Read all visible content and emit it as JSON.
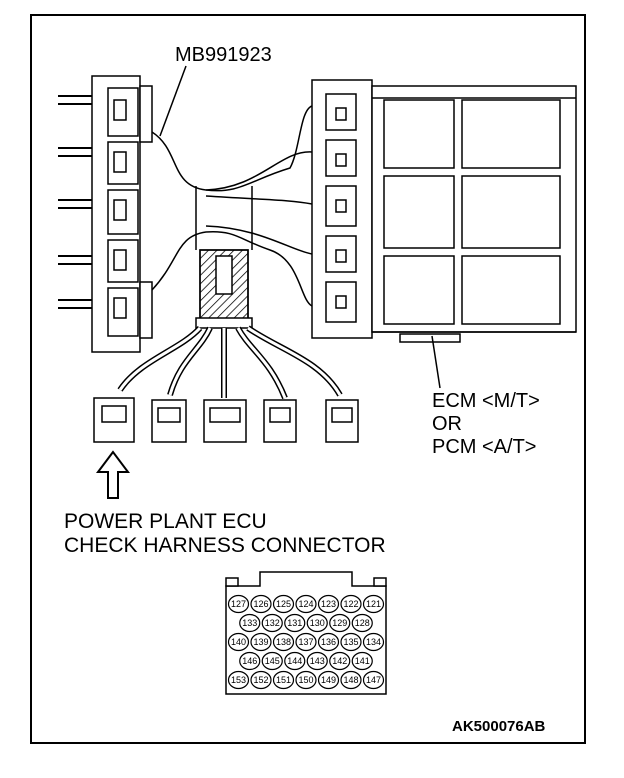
{
  "labels": {
    "tool": "MB991923",
    "ecm_lines": [
      "ECM <M/T>",
      "OR",
      "PCM <A/T>"
    ],
    "caption_lines": [
      "POWER PLANT ECU",
      "CHECK HARNESS CONNECTOR"
    ],
    "figure_code": "AK500076AB"
  },
  "connector_pins": {
    "rows": [
      [
        "127",
        "126",
        "125",
        "124",
        "123",
        "122",
        "121"
      ],
      [
        "133",
        "132",
        "131",
        "130",
        "129",
        "128"
      ],
      [
        "140",
        "139",
        "138",
        "137",
        "136",
        "135",
        "134"
      ],
      [
        "146",
        "145",
        "144",
        "143",
        "142",
        "141"
      ],
      [
        "153",
        "152",
        "151",
        "150",
        "149",
        "148",
        "147"
      ]
    ]
  }
}
